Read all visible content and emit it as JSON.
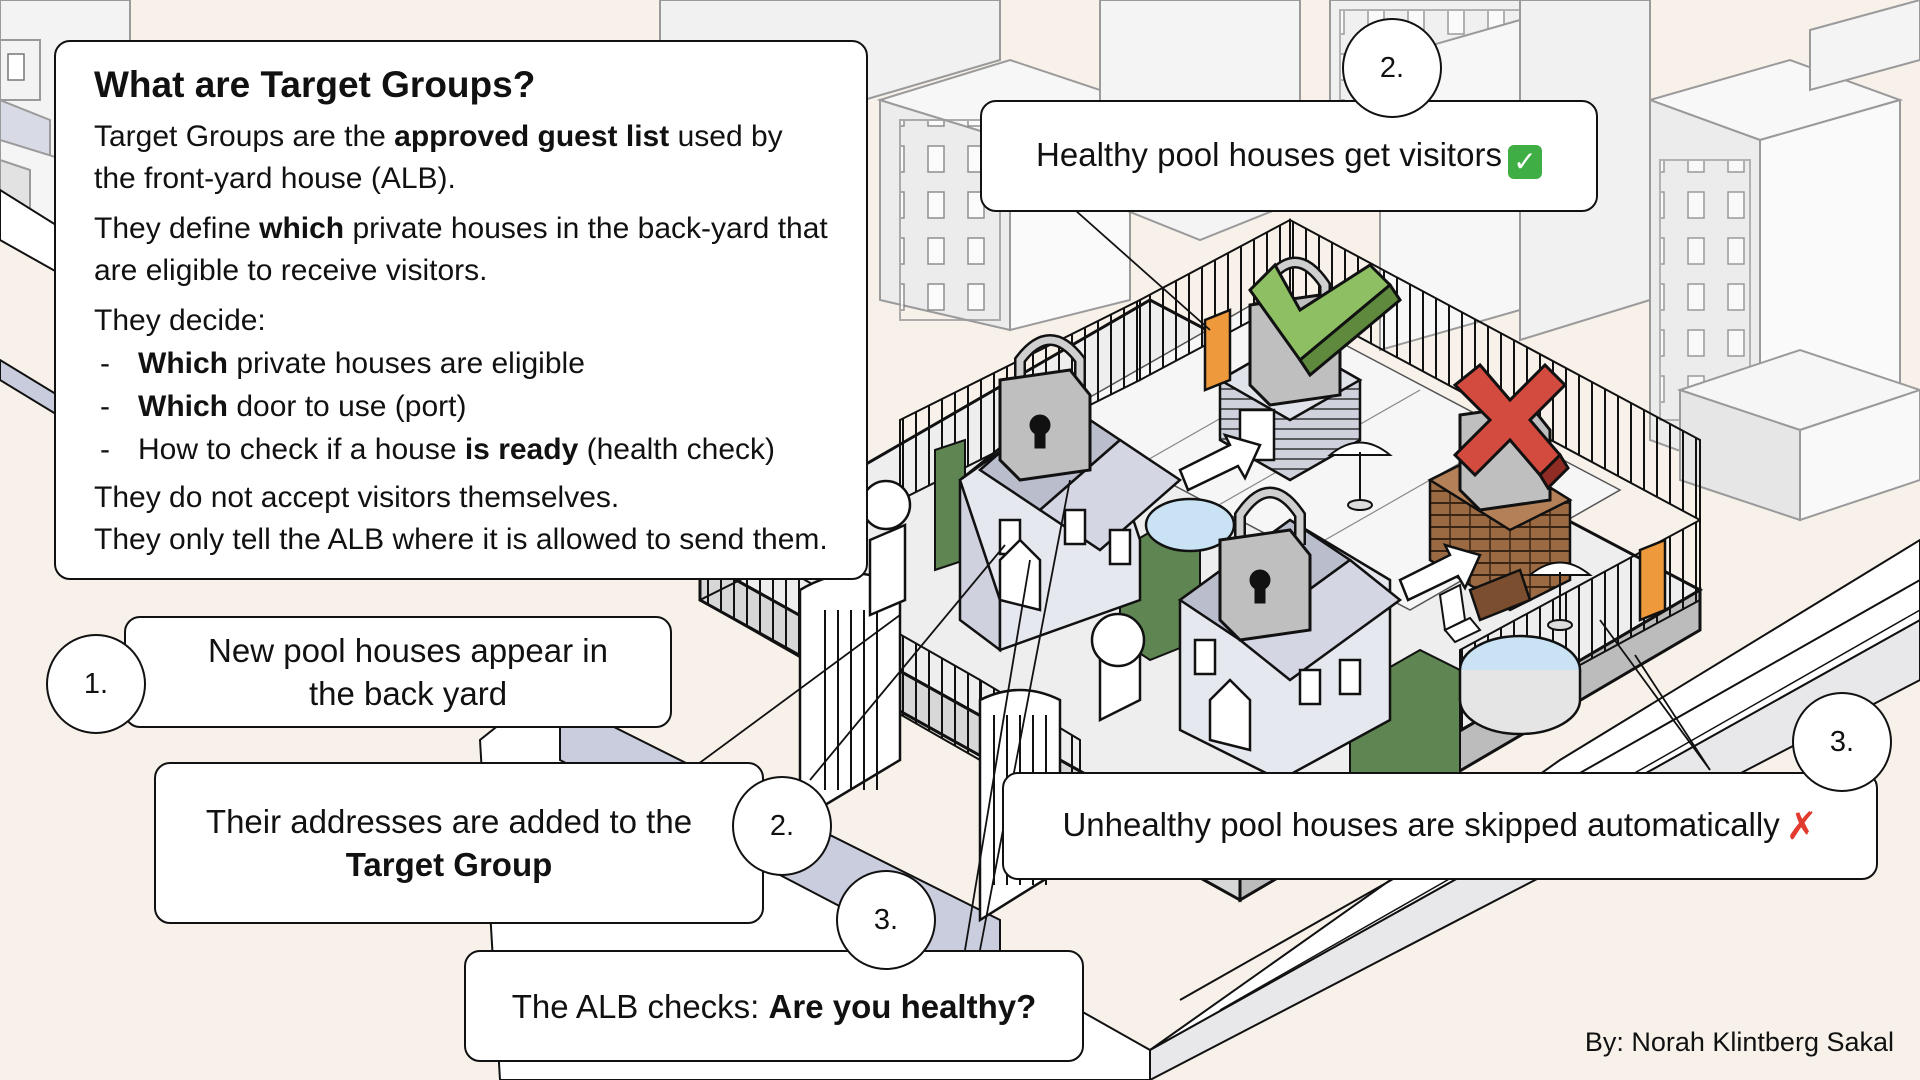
{
  "info": {
    "title": "What are Target Groups?",
    "p1_pre": "Target Groups are the ",
    "p1_bold": "approved guest list",
    "p1_post": " used by the front-yard house (ALB).",
    "p2_pre": "They define ",
    "p2_bold": "which",
    "p2_post": " private houses in the back-yard that are eligible to receive visitors.",
    "p3": "They decide:",
    "bullets": [
      {
        "pre": "",
        "bold": "Which",
        "post": " private houses are eligible"
      },
      {
        "pre": "",
        "bold": "Which",
        "post": " door to use (port)"
      },
      {
        "pre": "How to check if a house ",
        "bold": "is ready",
        "post": " (health check)"
      }
    ],
    "p4": "They do not accept visitors themselves.",
    "p5": "They only tell the ALB where it is allowed to send them."
  },
  "steps": {
    "s1": {
      "number": "1.",
      "text": "New pool houses appear in the back yard"
    },
    "s2": {
      "number": "2.",
      "pre": "Their addresses are added to the ",
      "bold": "Target Group"
    },
    "s3": {
      "number": "3.",
      "pre": "The ALB checks: ",
      "bold": "Are you healthy?"
    },
    "healthy": {
      "number": "2.",
      "text": "Healthy pool houses get visitors",
      "icon": "check-mark-emoji",
      "icon_glyph": "✓",
      "color": "#3fae44"
    },
    "unhealthy": {
      "number": "3.",
      "text": "Unhealthy pool houses are skipped automatically",
      "icon": "cross-mark-emoji",
      "icon_glyph": "✗",
      "color": "#e23a2e"
    }
  },
  "byline": "By: Norah Klintberg Sakal",
  "colors": {
    "background": "#f7f1ea",
    "house": "#e4e6ef",
    "hedge": "#5f8552",
    "door": "#ee9a3c",
    "checkmark": "#8fbf63",
    "cross": "#d24b3e",
    "wood": "#9b6a42",
    "pool": "#c9e3f4"
  }
}
